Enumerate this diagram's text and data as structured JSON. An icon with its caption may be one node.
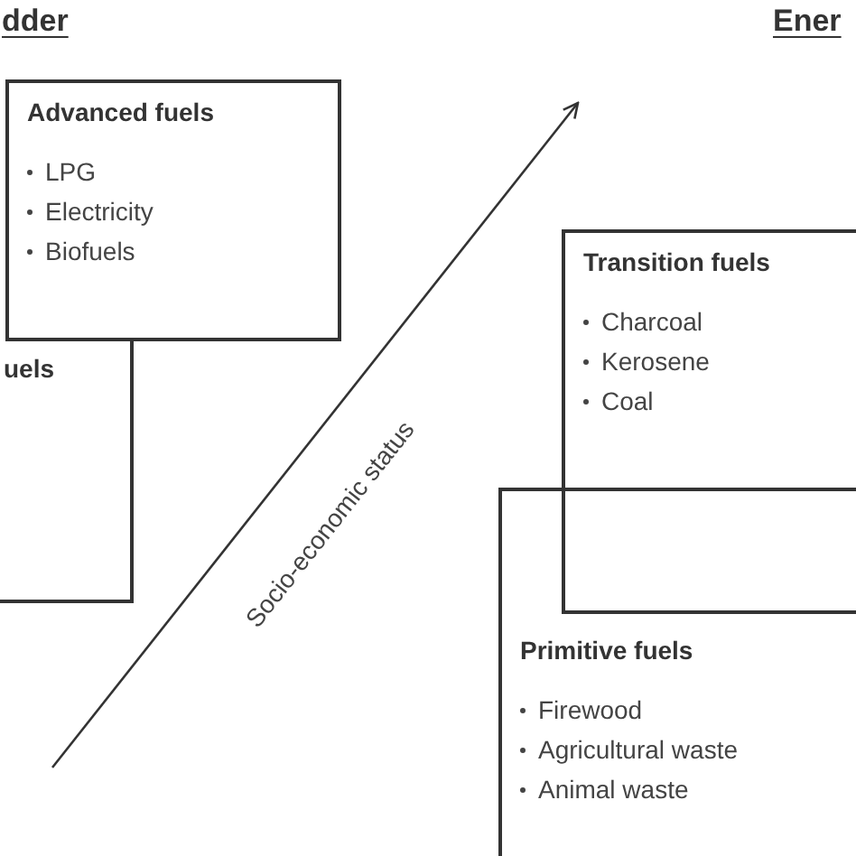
{
  "diagram": {
    "nodes": [
      {
        "text": [
          "Advanced fuels",
          "LPG",
          "Electricity",
          "Biofuels"
        ]
      },
      {
        "text": [
          "uels"
        ]
      },
      {
        "text": [
          "Transition fuels",
          "Charcoal",
          "Kerosene",
          "Coal"
        ]
      },
      {
        "text": [
          "Primitive fuels",
          "Firewood",
          "Agricultural waste",
          "Animal waste"
        ]
      }
    ],
    "labels": [
      "dder",
      "Ener",
      "Socio-economic status"
    ]
  }
}
